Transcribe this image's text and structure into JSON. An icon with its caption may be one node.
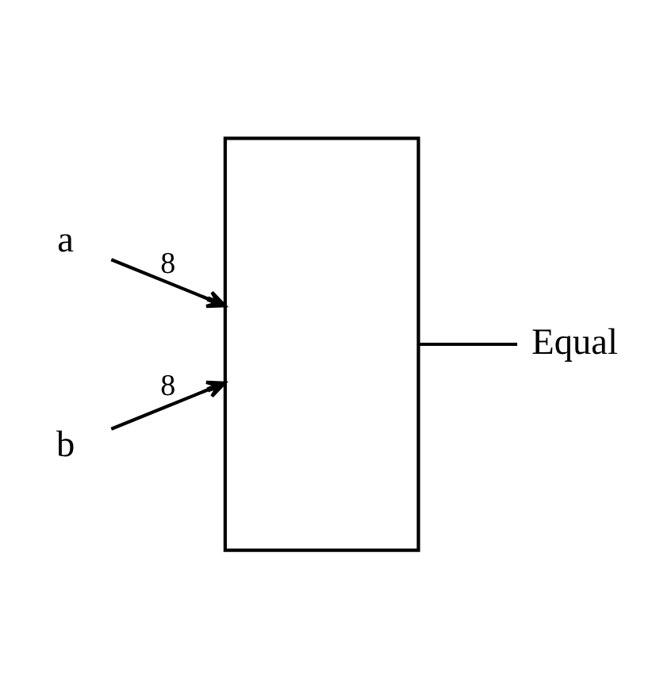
{
  "diagram": {
    "nodes": [
      {
        "text": [],
        "shape": "box"
      },
      {
        "text": [
          "a"
        ]
      },
      {
        "text": [
          "b"
        ]
      },
      {
        "text": [
          "Equal"
        ]
      }
    ],
    "edges": [
      {
        "from": 1,
        "to": 0,
        "arrow": "to",
        "label": "8"
      },
      {
        "from": 2,
        "to": 0,
        "arrow": "to",
        "label": "8"
      },
      {
        "from": 0,
        "to": 3,
        "arrow": "none"
      }
    ]
  }
}
